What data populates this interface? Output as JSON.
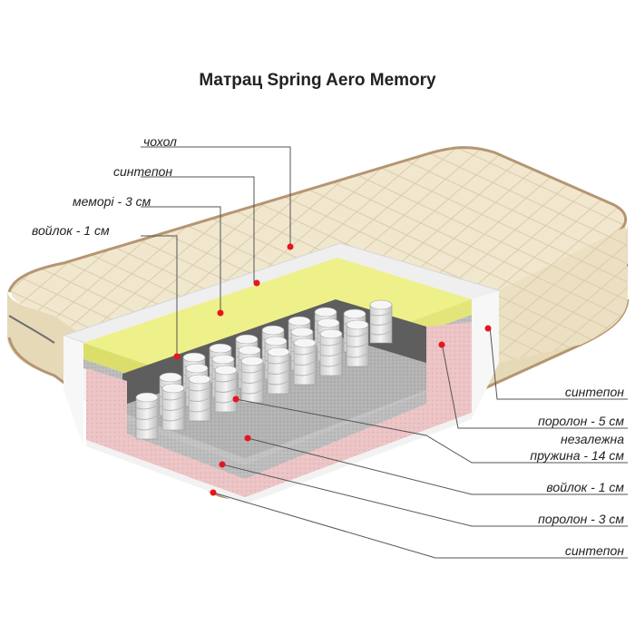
{
  "title": "Матрац Spring Aero Memory",
  "labels_left": [
    {
      "text": "чохол"
    },
    {
      "text": "синтепон"
    },
    {
      "text": "меморі - 3 см"
    },
    {
      "text": "войлок - 1 см"
    }
  ],
  "labels_right": [
    {
      "text": "синтепон"
    },
    {
      "text": "поролон - 5 см"
    },
    {
      "text": "незалежна"
    },
    {
      "text": "пружина - 14 см"
    },
    {
      "text": "войлок - 1 см"
    },
    {
      "text": "поролон - 3 см"
    },
    {
      "text": "синтепон"
    }
  ],
  "colors": {
    "cover": "#f1e7cf",
    "cover_shadow": "#dccfae",
    "piping": "#b59672",
    "memory_foam": "#eef08a",
    "felt": "#bdbdbd",
    "foam": "#ecc5c6",
    "synthetic": "#f5f5f5",
    "spring": "#e8e8e8",
    "marker": "#e8141e",
    "line": "#555555"
  }
}
